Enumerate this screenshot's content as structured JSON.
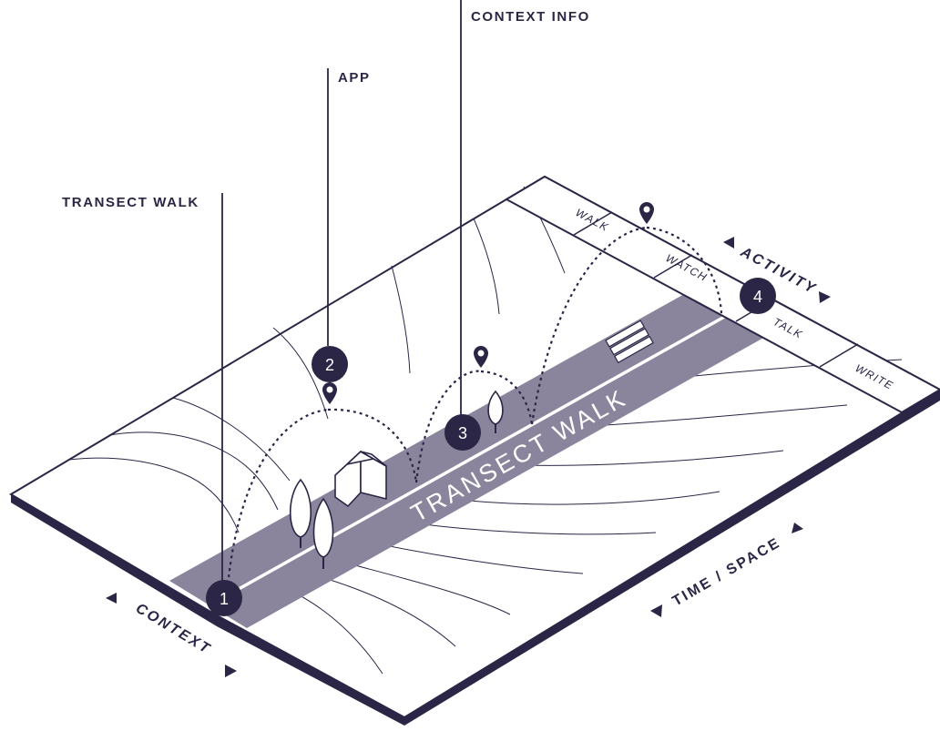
{
  "callouts": {
    "transect_walk": "TRANSECT WALK",
    "app": "APP",
    "context_info": "CONTEXT INFO"
  },
  "board": {
    "path_label": "TRANSECT WALK",
    "activities": [
      "WALK",
      "WATCH",
      "TALK",
      "WRITE"
    ]
  },
  "axes": {
    "context": "CONTEXT",
    "time_space": "TIME / SPACE",
    "activity": "ACTIVITY"
  },
  "steps": [
    "1",
    "2",
    "3",
    "4"
  ],
  "icons": [
    "location-pin-icon",
    "tree-icon",
    "house-icon",
    "stairs-icon",
    "arrow-icon"
  ],
  "colors": {
    "ink": "#2b2546",
    "path_fill": "#8a859c",
    "paper": "#ffffff"
  }
}
